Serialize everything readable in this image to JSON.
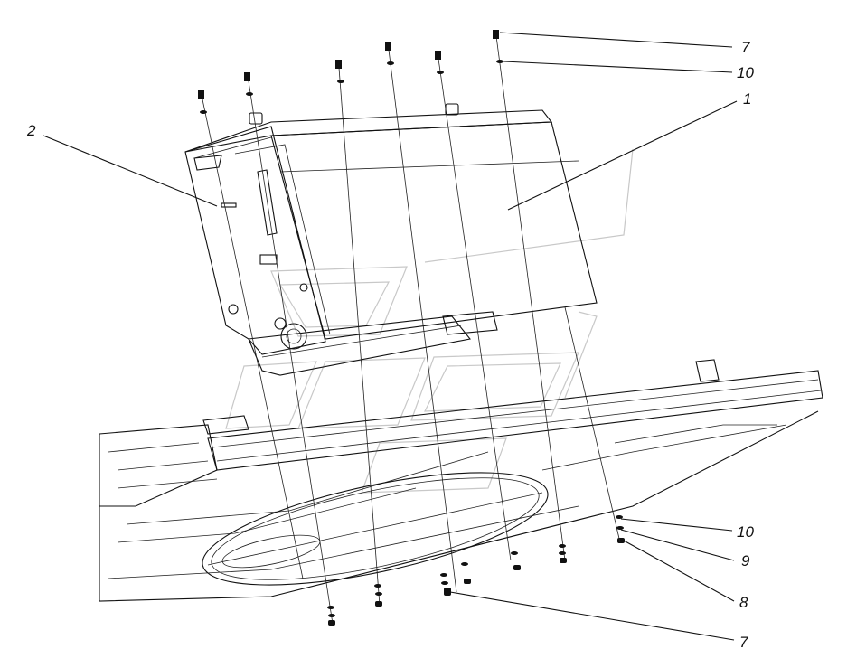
{
  "callouts": [
    {
      "id": "c-7-top",
      "label": "7"
    },
    {
      "id": "c-10-top",
      "label": "10"
    },
    {
      "id": "c-1",
      "label": "1"
    },
    {
      "id": "c-2",
      "label": "2"
    },
    {
      "id": "c-10-bottom",
      "label": "10"
    },
    {
      "id": "c-9",
      "label": "9"
    },
    {
      "id": "c-8",
      "label": "8"
    },
    {
      "id": "c-7-bottom",
      "label": "7"
    }
  ]
}
